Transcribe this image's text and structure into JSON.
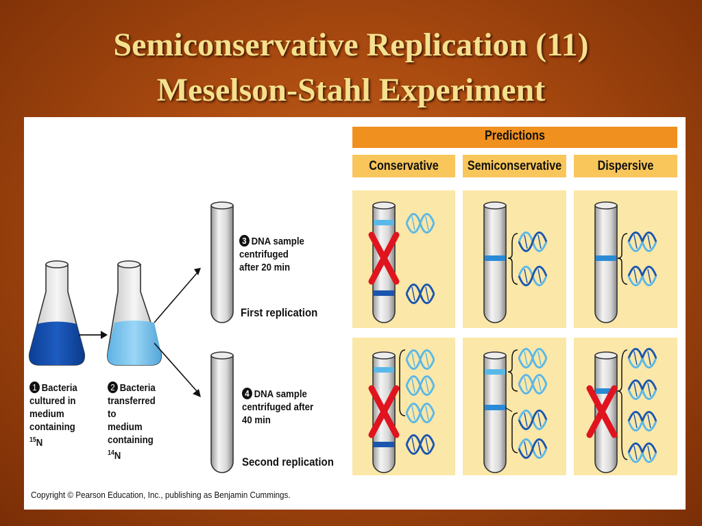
{
  "title": {
    "line1": "Semiconservative Replication (11)",
    "line2": "Meselson-Stahl Experiment"
  },
  "steps": {
    "step1": {
      "num": "1",
      "text": "Bacteria\ncultured in\nmedium\ncontaining",
      "isotope_mass": "15",
      "isotope_symbol": "N"
    },
    "step2": {
      "num": "2",
      "text": "Bacteria\ntransferred\nto\nmedium\ncontaining",
      "isotope_mass": "14",
      "isotope_symbol": "N"
    },
    "step3": {
      "num": "3",
      "text": "DNA sample\ncentrifuged\nafter 20 min",
      "caption": "First replication"
    },
    "step4": {
      "num": "4",
      "text": "DNA sample\ncentrifuged after\n40 min",
      "caption": "Second replication"
    }
  },
  "predictions": {
    "header": "Predictions",
    "columns": [
      "Conservative",
      "Semiconservative",
      "Dispersive"
    ]
  },
  "copyright": "Copyright © Pearson Education, Inc., publishing as Benjamin Cummings.",
  "colors": {
    "dark_dna": "#1a56b0",
    "light_dna": "#5ab8e8",
    "header_orange": "#f0901e",
    "cell_bg": "#fbe7a8",
    "reject": "#e0141e"
  }
}
